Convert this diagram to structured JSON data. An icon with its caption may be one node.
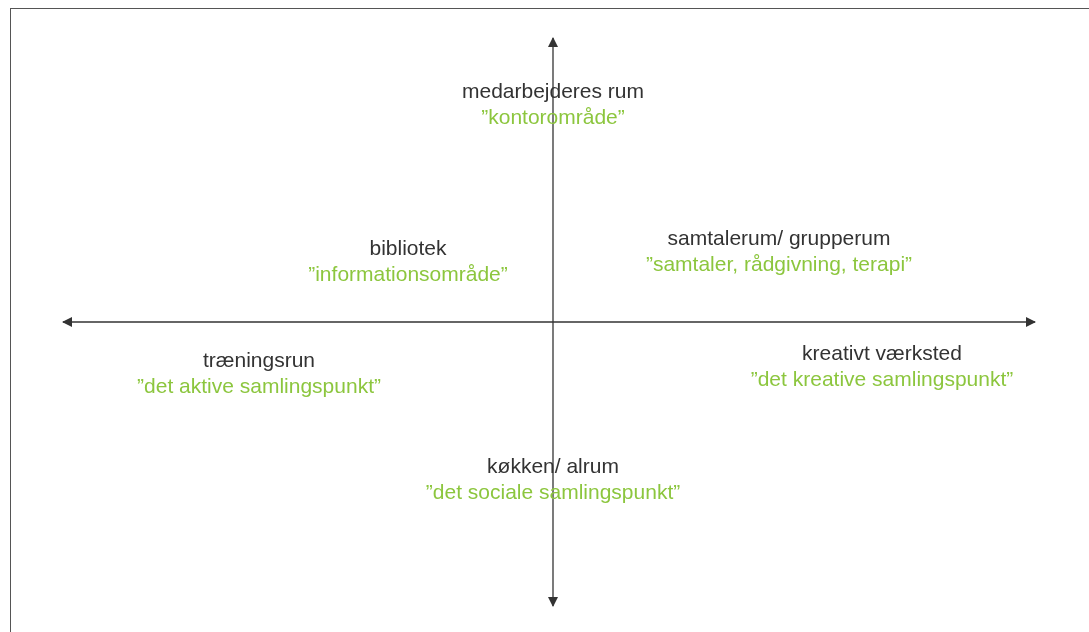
{
  "diagram": {
    "labels": [
      "medarbejderes rum",
      "”kontorområde”",
      "bibliotek",
      "”informationsområde”",
      "samtalerum/ grupperum",
      "”samtaler, rådgivning, terapi”",
      "træningsrun",
      "”det aktive samlingspunkt”",
      "kreativt værksted",
      "”det kreative samlingspunkt”",
      "køkken/ alrum",
      "”det sociale samlingspunkt”"
    ]
  }
}
